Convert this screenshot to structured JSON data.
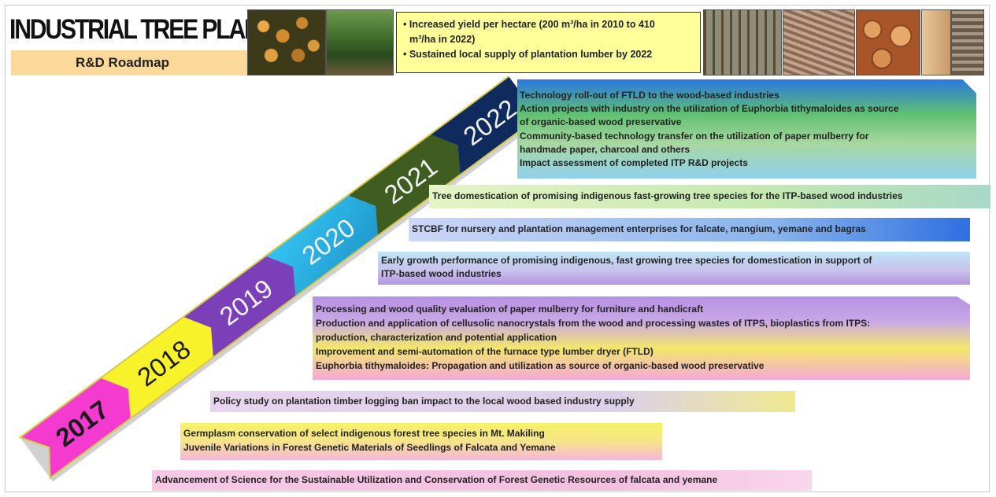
{
  "header": {
    "title": "INDUSTRIAL TREE PLANTATION",
    "subtitle": "R&D Roadmap",
    "goals": [
      "• Increased yield per hectare (200 m³/ha in 2010 to 410",
      "m³/ha in 2022)",
      "• Sustained local supply of plantation lumber by 2022"
    ]
  },
  "timeline": {
    "years": [
      "2017",
      "2018",
      "2019",
      "2020",
      "2021",
      "2022"
    ]
  },
  "items": {
    "y2022": [
      "Technology roll-out of FTLD to the wood-based industries",
      "Action projects with industry on the utilization of Euphorbia tithymaloides as source",
      "of organic-based wood preservative",
      "Community-based technology transfer on the utilization of paper mulberry for",
      "handmade paper, charcoal and others",
      "Impact assessment of completed ITP R&D projects"
    ],
    "y2021": [
      "Tree domestication of promising indigenous fast-growing tree species for the ITP-based wood industries"
    ],
    "y2020": [
      "STCBF for nursery and plantation management enterprises for falcate, mangium, yemane and bagras"
    ],
    "y2019": [
      "Early growth performance of promising indigenous, fast growing tree species for domestication in support of",
      "ITP-based wood industries"
    ],
    "y2018": [
      "Processing and wood quality evaluation of paper mulberry for furniture and handicraft",
      "Production and application of cellusolic nanocrystals from the wood and processing wastes of ITPS, bioplastics from ITPS:",
      "production, characterization and potential application",
      "Improvement and semi-automation of the furnace type lumber dryer (FTLD)",
      "Euphorbia tithymaloides: Propagation and utilization as source of organic-based wood preservative"
    ],
    "y2017a": [
      "Policy study on plantation timber logging ban impact to the local wood based industry supply"
    ],
    "y2017b": [
      "Germplasm conservation of select indigenous forest tree species in Mt. Makiling",
      "Juvenile Variations in Forest Genetic Materials of Seedlings of Falcata and Yemane"
    ],
    "y2017c": [
      "Advancement of Science for the Sustainable Utilization and Conservation of Forest Genetic Resources of falcata and yemane"
    ]
  },
  "colors": {
    "y2017": "#f53ad0",
    "y2018": "#f7f22a",
    "y2019": "#7b3fb8",
    "y2020": "#2fb7e8",
    "y2021": "#3f5d21",
    "y2022": "#0f2a5c",
    "goals_bg": "#ffff99",
    "subtitle_bg": "#fbd99a"
  }
}
